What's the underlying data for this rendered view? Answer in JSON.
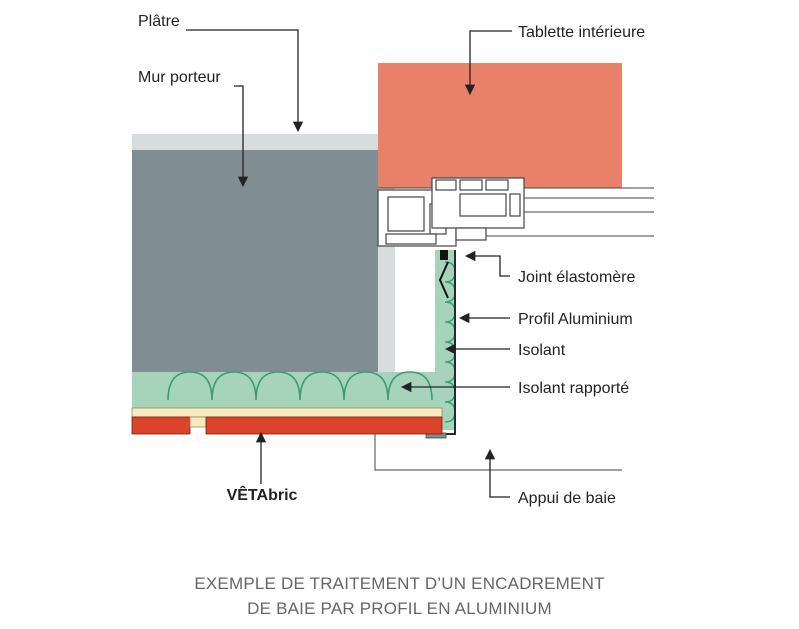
{
  "labels": {
    "platre": "Plâtre",
    "mur_porteur": "Mur porteur",
    "tablette": "Tablette intérieure",
    "joint": "Joint élastomère",
    "profil": "Profil Aluminium",
    "isolant": "Isolant",
    "isolant_rapporte": "Isolant rapporté",
    "vetabric": "VÊTAbric",
    "appui": "Appui de baie"
  },
  "caption": {
    "line1": "EXEMPLE DE TRAITEMENT D’UN ENCADREMENT",
    "line2": "DE BAIE PAR PROFIL EN ALUMINIUM"
  },
  "colors": {
    "wall": "#808d92",
    "plaster": "#d8dcdd",
    "tablette": "#e8806a",
    "insulation": "#a6d4bb",
    "insulation_wave": "#3a9e72",
    "cladding": "#d9442a",
    "cream_strip": "#f6ebc0",
    "frame_line": "#444444"
  }
}
